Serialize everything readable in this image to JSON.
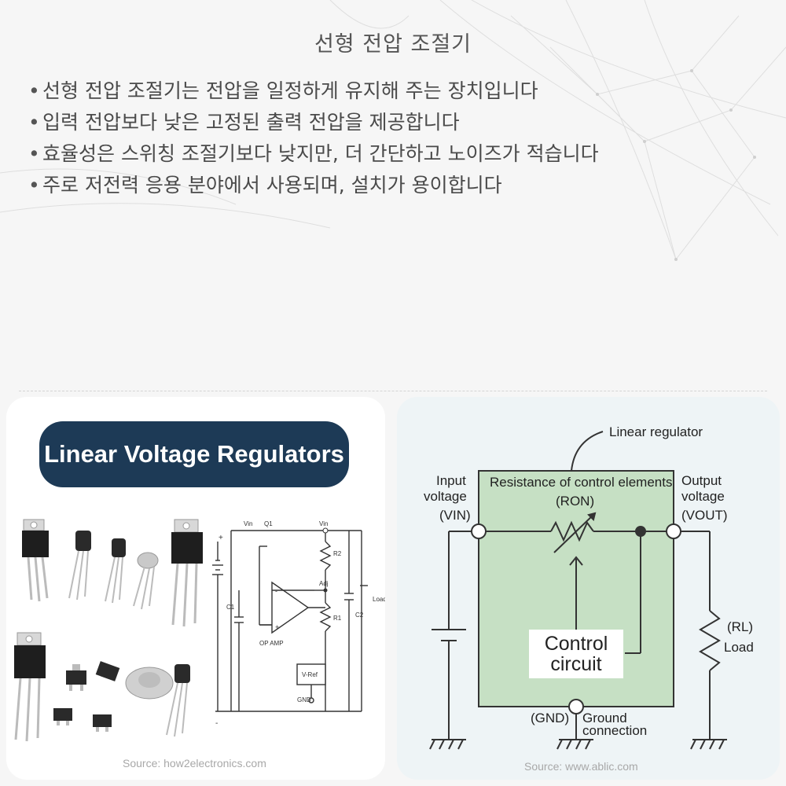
{
  "slide": {
    "title": "선형 전압 조절기",
    "bullets": [
      "선형 전압 조절기는 전압을 일정하게 유지해 주는 장치입니다",
      "입력 전압보다 낮은 고정된 출력 전압을 제공합니다",
      "효율성은 스위칭 조절기보다 낮지만, 더 간단하고 노이즈가 적습니다",
      "주로 저전력 응용 분야에서 사용되며, 설치가 용이합니다"
    ]
  },
  "left_image": {
    "banner": "Linear Voltage Regulators",
    "source": "Source: how2electronics.com",
    "schematic": {
      "vin_left": "Vin",
      "q1": "Q1",
      "vin_right": "Vin",
      "c1": "C1",
      "r2": "R2",
      "adj": "Adj",
      "c2": "C2",
      "load": "Load",
      "r1": "R1",
      "op_amp": "OP AMP",
      "vref": "V-Ref",
      "gnd": "GND",
      "plus": "+",
      "minus_left": "-",
      "minus_op": "-",
      "plus_op": "+"
    }
  },
  "right_image": {
    "source": "Source: www.ablic.com",
    "linear_regulator": "Linear regulator",
    "resistance_label": "Resistance of control elements",
    "ron": "(RON)",
    "input_label_1": "Input",
    "input_label_2": "voltage",
    "input_label_3": "(VIN)",
    "output_label_1": "Output",
    "output_label_2": "voltage",
    "output_label_3": "(VOUT)",
    "control_1": "Control",
    "control_2": "circuit",
    "rl": "(RL)",
    "load": "Load",
    "gnd": "(GND)",
    "ground_1": "Ground",
    "ground_2": "connection"
  },
  "colors": {
    "banner_bg": "#1d3a56",
    "regulator_box": "#c6e0c4",
    "left_card": "#ffffff",
    "right_card": "#eef4f6"
  }
}
